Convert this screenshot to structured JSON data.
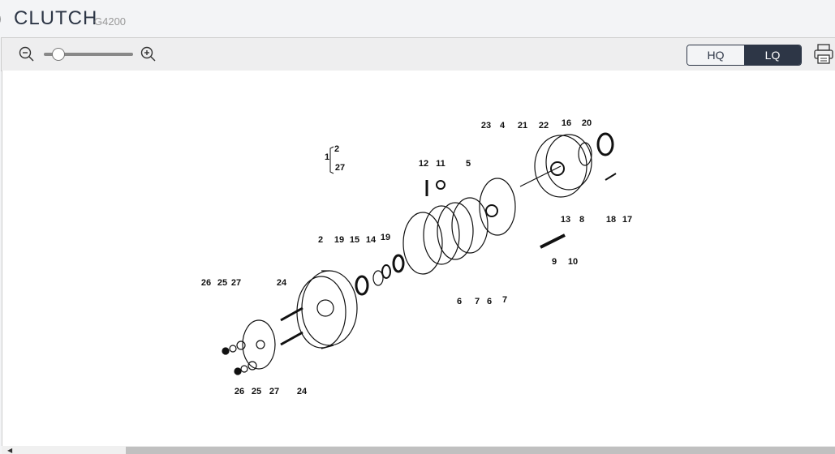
{
  "header": {
    "title": "CLUTCH",
    "code": "G4200"
  },
  "toolbar": {
    "hq_label": "HQ",
    "lq_label": "LQ",
    "selected": "LQ",
    "zoom_level": 0.15
  },
  "diagram": {
    "callouts": [
      "23",
      "4",
      "21",
      "22",
      "16",
      "20",
      "12",
      "11",
      "5",
      "13",
      "8",
      "18",
      "17",
      "9",
      "10",
      "2",
      "19",
      "15",
      "14",
      "19",
      "26",
      "25",
      "27",
      "24",
      "6",
      "7",
      "6",
      "7",
      "26",
      "25",
      "27",
      "24",
      "1",
      "2",
      "27"
    ]
  }
}
